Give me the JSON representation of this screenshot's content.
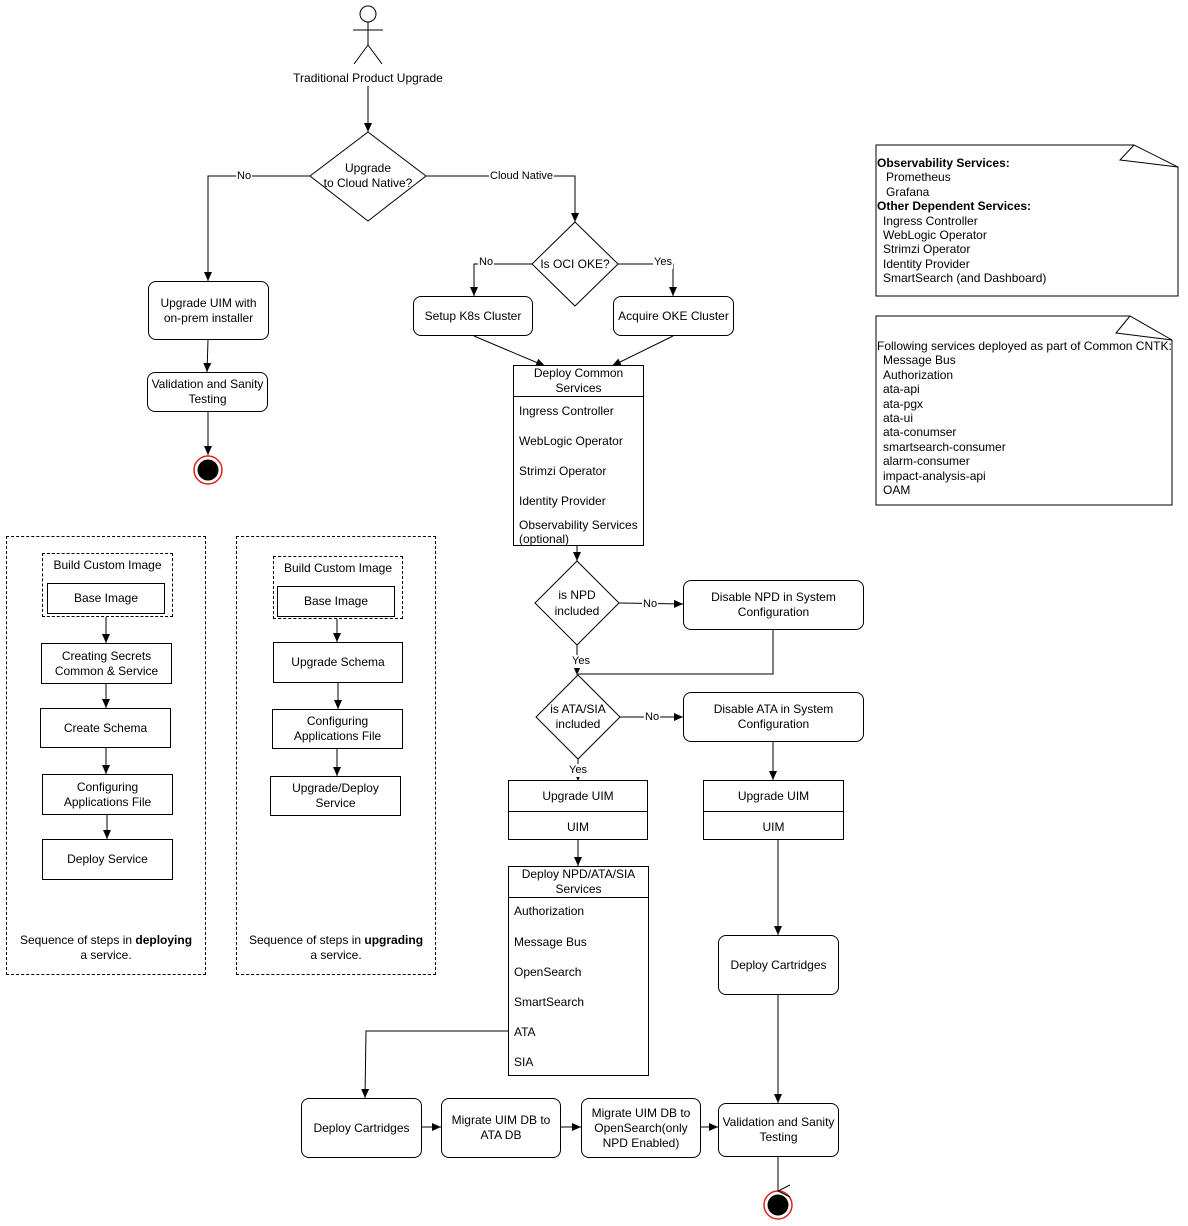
{
  "actor": {
    "label": "Traditional Product Upgrade"
  },
  "decisions": {
    "upgrade_cloud_native": {
      "line1": "Upgrade",
      "line2": "to Cloud Native?",
      "no_label": "No",
      "yes_label": "Cloud Native"
    },
    "oci_oke": {
      "label": "Is OCI OKE?",
      "no_label": "No",
      "yes_label": "Yes"
    },
    "npd_included": {
      "line1": "is  NPD",
      "line2": "included",
      "no_label": "No",
      "yes_label": "Yes"
    },
    "ata_sia_included": {
      "line1": "is ATA/SIA",
      "line2": "included",
      "no_label": "No",
      "yes_label": "Yes"
    }
  },
  "left_path": {
    "upgrade_on_prem": "Upgrade UIM with on-prem installer",
    "validation": "Validation and Sanity Testing"
  },
  "cluster": {
    "setup_k8s": "Setup K8s Cluster",
    "acquire_oke": "Acquire OKE Cluster"
  },
  "common_services": {
    "title": "Deploy Common Services",
    "items": [
      "Ingress Controller",
      "WebLogic Operator",
      "Strimzi Operator",
      "Identity Provider",
      "Observability Services (optional)"
    ]
  },
  "disable_npd": "Disable NPD in System Configuration",
  "disable_ata": "Disable ATA in System Configuration",
  "upgrade_uim_left": {
    "title": "Upgrade UIM",
    "item": "UIM"
  },
  "upgrade_uim_right": {
    "title": "Upgrade UIM",
    "item": "UIM"
  },
  "npd_services": {
    "title": "Deploy NPD/ATA/SIA Services",
    "items": [
      "Authorization",
      "Message Bus",
      "OpenSearch",
      "SmartSearch",
      "ATA",
      "SIA"
    ]
  },
  "deploy_cartridges_right": "Deploy Cartridges",
  "bottom_flow": {
    "deploy_cartridges": "Deploy Cartridges",
    "migrate_ata": "Migrate UIM DB to ATA DB",
    "migrate_opensearch": "Migrate UIM DB to OpenSearch(only NPD Enabled)",
    "validation": "Validation and Sanity Testing"
  },
  "deploying_sequence": {
    "group_label": "Build Custom Image",
    "base_image": "Base Image",
    "steps": [
      "Creating Secrets Common & Service",
      "Create Schema",
      "Configuring Applications File",
      "Deploy Service"
    ],
    "caption_pre": "Sequence of steps in ",
    "caption_bold": "deploying",
    "caption_post": " a service."
  },
  "upgrading_sequence": {
    "group_label": "Build Custom Image",
    "base_image": "Base Image",
    "steps": [
      "Upgrade Schema",
      "Configuring Applications File",
      "Upgrade/Deploy Service"
    ],
    "caption_pre": "Sequence of steps in ",
    "caption_bold": "upgrading",
    "caption_post": " a service."
  },
  "note_observability": {
    "heading1": "Observability Services:",
    "items1": [
      "Prometheus",
      "Grafana"
    ],
    "heading2": "Other Dependent Services:",
    "items2": [
      "Ingress Controller",
      "WebLogic Operator",
      "Strimzi Operator",
      "Identity Provider",
      "SmartSearch (and Dashboard)"
    ]
  },
  "note_cntk": {
    "heading": "Following services deployed as part of Common CNTK:",
    "items": [
      "Message Bus",
      "Authorization",
      "ata-api",
      "ata-pgx",
      "ata-ui",
      "ata-conumser",
      "smartsearch-consumer",
      "alarm-consumer",
      "impact-analysis-api",
      "OAM"
    ]
  }
}
